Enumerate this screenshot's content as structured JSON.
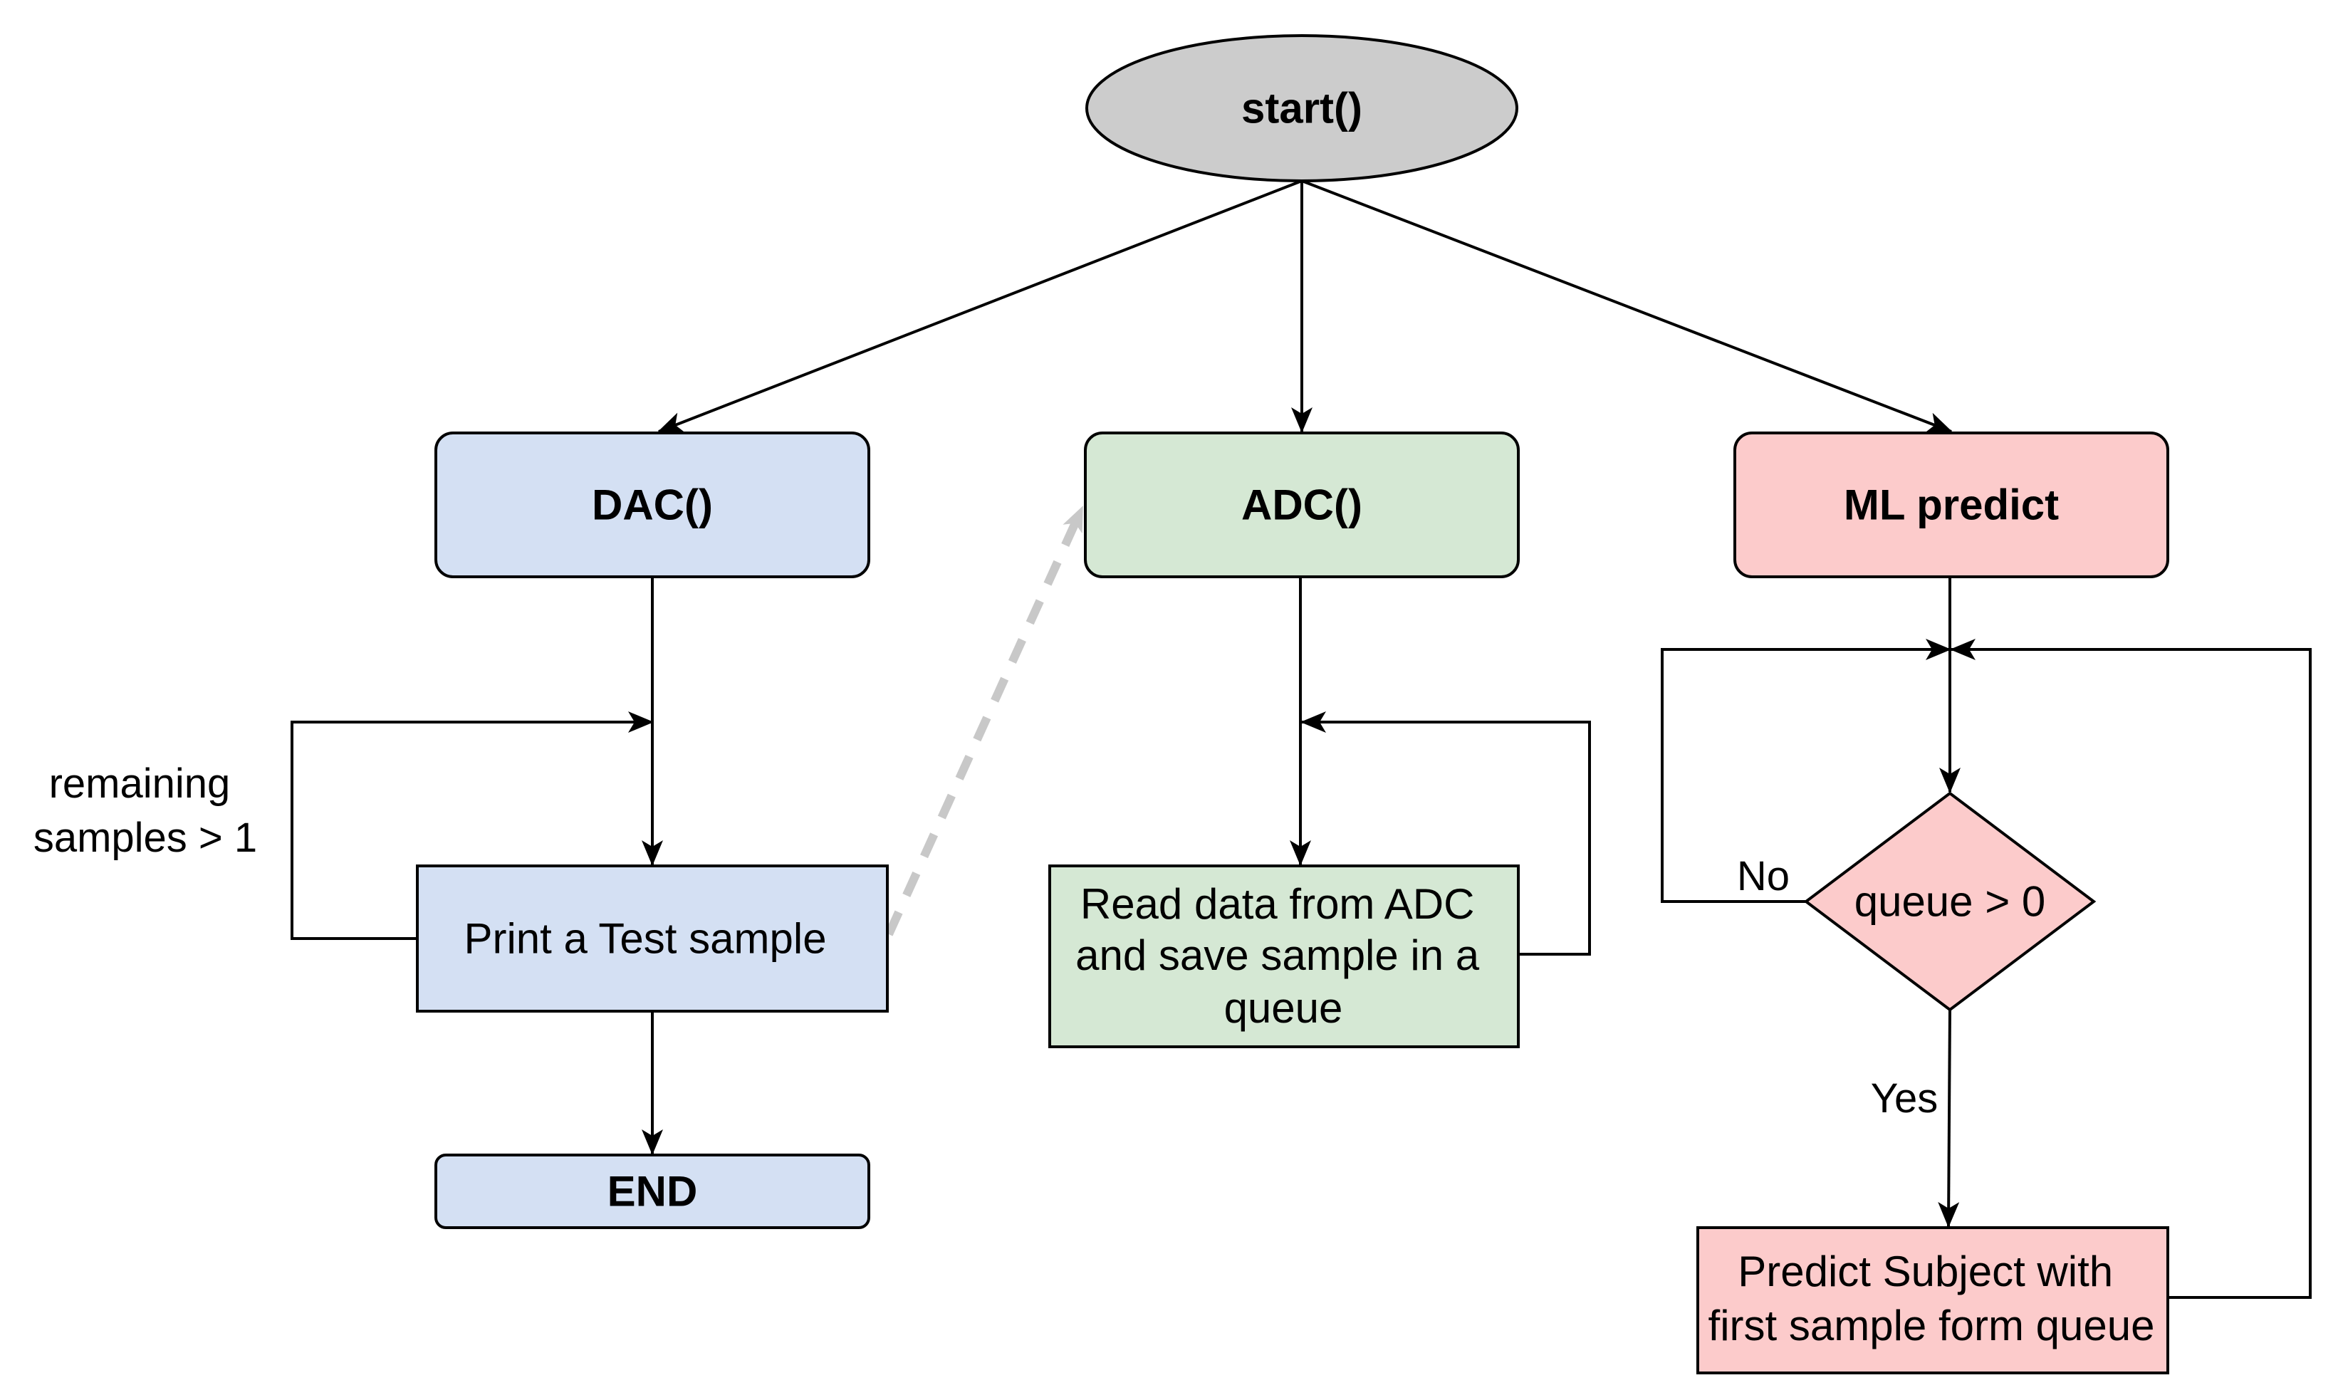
{
  "nodes": {
    "start": {
      "label": "start()",
      "fill": "#cccccc"
    },
    "dac": {
      "label": "DAC()",
      "fill": "#d4e0f3"
    },
    "adc": {
      "label": "ADC()",
      "fill": "#d5e8d4"
    },
    "ml": {
      "label": "ML predict",
      "fill": "#fccbcb"
    },
    "print_sample": {
      "label": "Print a Test sample",
      "fill": "#d4e0f3"
    },
    "end": {
      "label": "END",
      "fill": "#d4e0f3"
    },
    "read_data": {
      "lines": [
        "Read data from ADC",
        "and save sample in a",
        "queue"
      ],
      "fill": "#d5e8d4"
    },
    "queue_check": {
      "label": "queue > 0",
      "fill": "#fccbcb"
    },
    "predict": {
      "lines": [
        "Predict Subject with",
        "first sample form queue"
      ],
      "fill": "#fccbcb"
    }
  },
  "labels": {
    "remaining": [
      "remaining",
      "samples > 1"
    ],
    "no": "No",
    "yes": "Yes"
  }
}
